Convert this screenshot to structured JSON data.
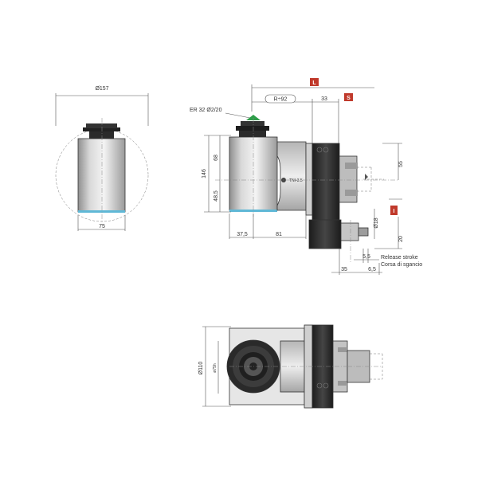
{
  "dimensions": {
    "d157": "Ø157",
    "d75_left": "75",
    "er32": "ER 32 Ø2/20",
    "r92": "R÷92",
    "d33": "33",
    "d146": "146",
    "d68": "68",
    "d48_5": "48,5",
    "d37_5": "37,5",
    "d81": "81",
    "d55": "55",
    "d18": "Ø18",
    "d20": "20",
    "d5_5": "5,5",
    "d35": "35",
    "d6_5": "6,5",
    "d110": "Ø110",
    "d75_small": "ø75h",
    "brand": "TNI-3.5"
  },
  "notes": {
    "release_en": "Release stroke",
    "release_it": "Corsa di sgancio"
  },
  "badges": {
    "L": "L",
    "S": "S",
    "I": "I"
  },
  "colors": {
    "badge_red": "#c0392b",
    "er_marker": "#2e9e49",
    "cyan_edge": "#5fb8d6",
    "body_light": "#e9e9e9",
    "body_dark": "#2a2a2a"
  }
}
